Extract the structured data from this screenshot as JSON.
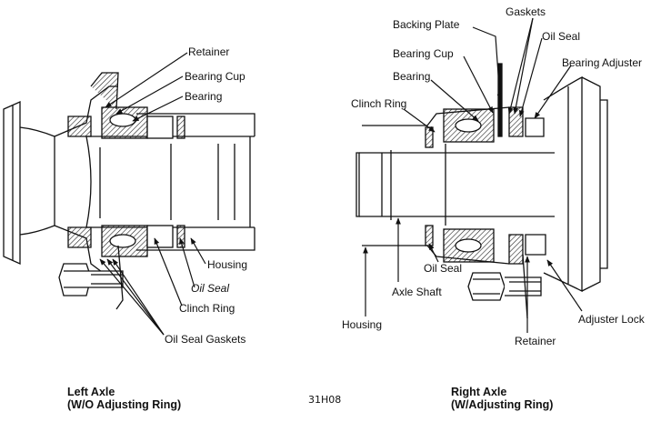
{
  "left": {
    "labels": {
      "retainer": "Retainer",
      "bearing_cup": "Bearing Cup",
      "bearing": "Bearing",
      "housing": "Housing",
      "oil_seal": "Oil Seal",
      "clinch_ring": "Clinch Ring",
      "oil_seal_gaskets": "Oil Seal Gaskets"
    },
    "caption_line1": "Left Axle",
    "caption_line2": "(W/O Adjusting Ring)"
  },
  "right": {
    "labels": {
      "backing_plate": "Backing Plate",
      "gaskets": "Gaskets",
      "oil_seal_top": "Oil Seal",
      "bearing_cup": "Bearing Cup",
      "bearing_adjuster": "Bearing Adjuster",
      "bearing": "Bearing",
      "clinch_ring": "Clinch Ring",
      "oil_seal_bottom": "Oil Seal",
      "axle_shaft": "Axle Shaft",
      "housing": "Housing",
      "retainer": "Retainer",
      "adjuster_lock": "Adjuster Lock"
    },
    "caption_line1": "Right Axle",
    "caption_line2": "(W/Adjusting Ring)"
  },
  "figure_code": "31H08"
}
